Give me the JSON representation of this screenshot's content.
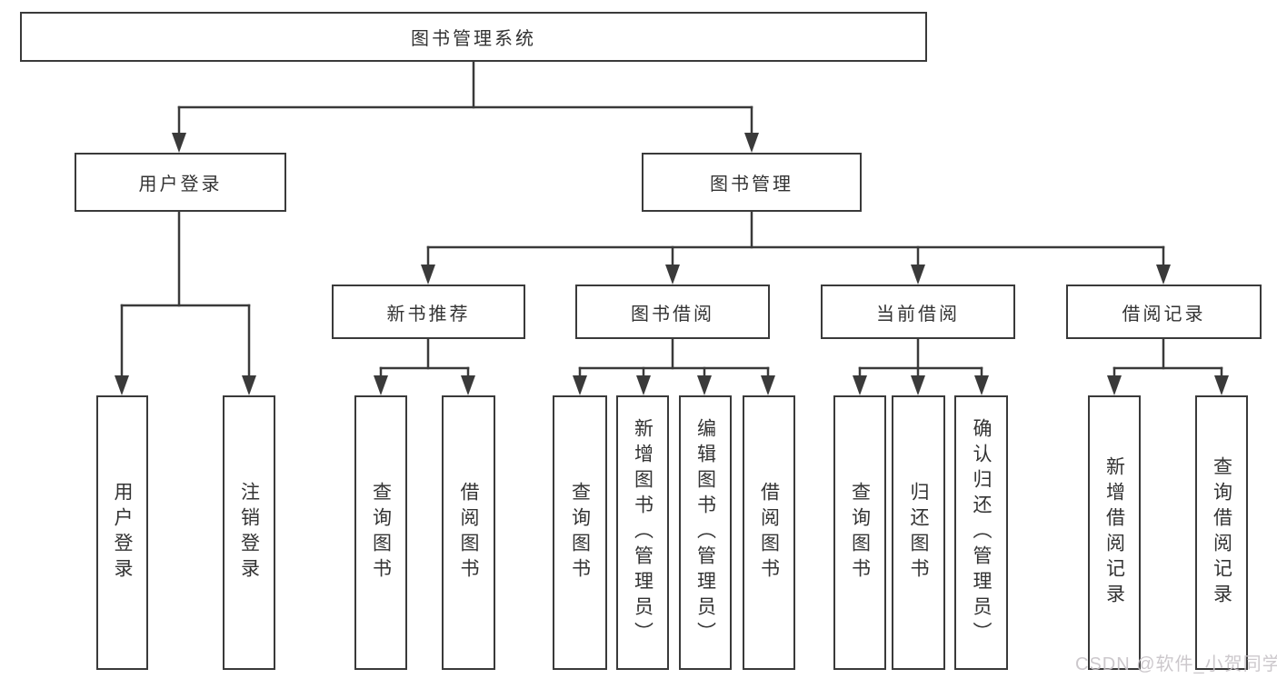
{
  "tree": {
    "label": "图书管理系统",
    "children": [
      {
        "label": "用户登录",
        "children": [
          {
            "label": "用户登录"
          },
          {
            "label": "注销登录"
          }
        ]
      },
      {
        "label": "图书管理",
        "children": [
          {
            "label": "新书推荐",
            "children": [
              {
                "label": "查询图书"
              },
              {
                "label": "借阅图书"
              }
            ]
          },
          {
            "label": "图书借阅",
            "children": [
              {
                "label": "查询图书"
              },
              {
                "label": "新增图书（管理员）"
              },
              {
                "label": "编辑图书（管理员）"
              },
              {
                "label": "借阅图书"
              }
            ]
          },
          {
            "label": "当前借阅",
            "children": [
              {
                "label": "查询图书"
              },
              {
                "label": "归还图书"
              },
              {
                "label": "确认归还（管理员）"
              }
            ]
          },
          {
            "label": "借阅记录",
            "children": [
              {
                "label": "新增借阅记录"
              },
              {
                "label": "查询借阅记录"
              }
            ]
          }
        ]
      }
    ]
  },
  "watermark": {
    "text": "CSDN @软件_小贺同学"
  },
  "colors": {
    "line": "#3a3a3a",
    "text": "#333333",
    "background": "#ffffff",
    "watermark": "#c6c2c7"
  }
}
